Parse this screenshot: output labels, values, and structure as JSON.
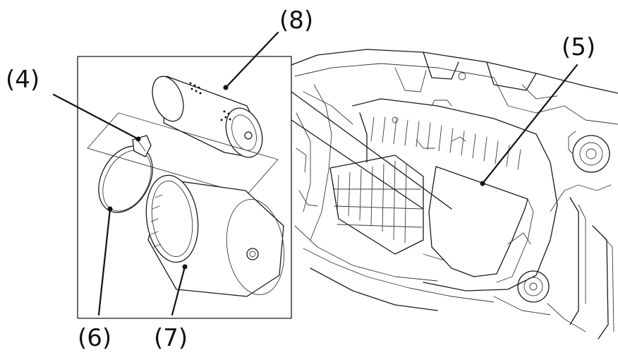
{
  "labels": {
    "clamp": "(4)",
    "housing_cover": "(5)",
    "seal_ring": "(6)",
    "filter_element": "(7)",
    "safety_cartridge": "(8)"
  },
  "colors": {
    "ink": "#111111",
    "background": "#ffffff"
  }
}
